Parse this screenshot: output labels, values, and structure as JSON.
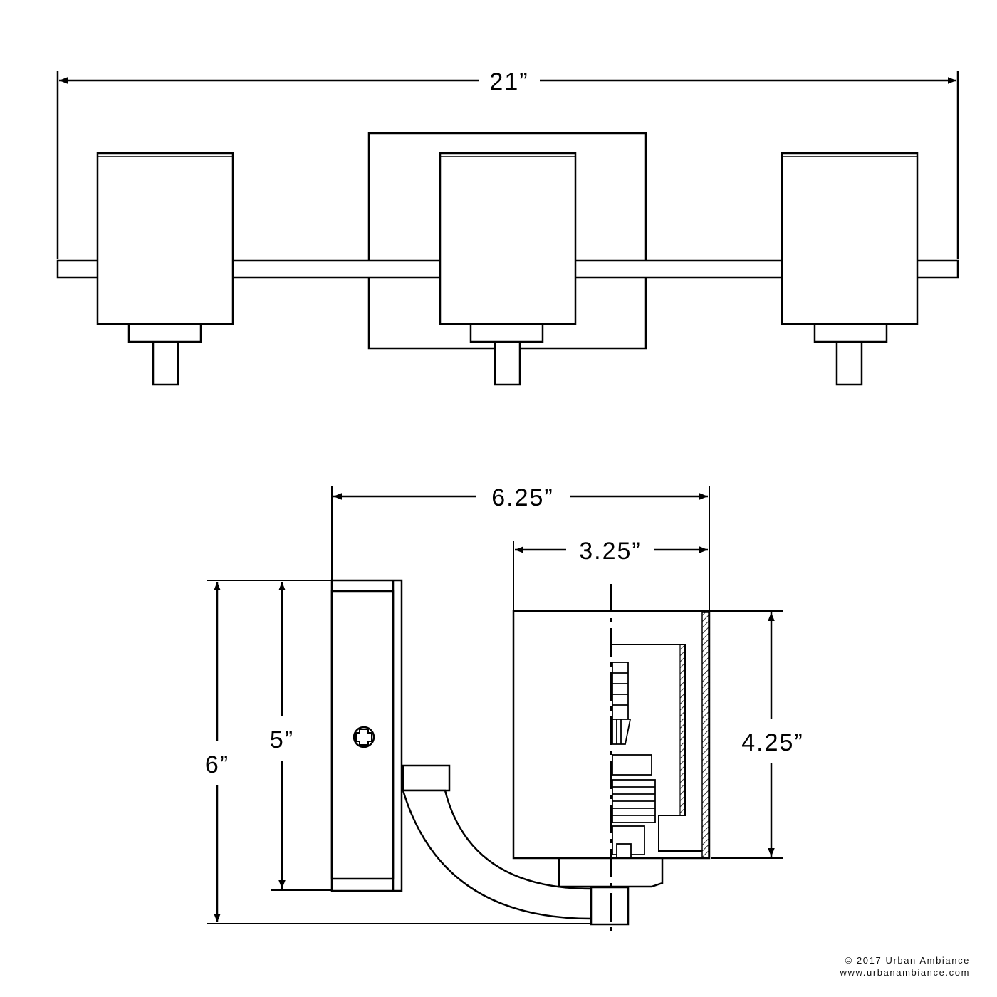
{
  "dimensions": {
    "overall_width": "21”",
    "side_depth": "6.25”",
    "shade_depth": "3.25”",
    "overall_height": "6”",
    "backplate_height": "5”",
    "shade_height": "4.25”"
  },
  "credit": {
    "copyright": "© 2017 Urban Ambiance",
    "website": "www.urbanambiance.com"
  }
}
